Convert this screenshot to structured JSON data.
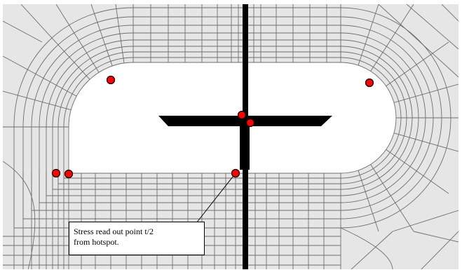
{
  "figure": {
    "description_label": "FE mesh around cut-out with hotspot stress read-out points",
    "colors": {
      "background": "#ffffff",
      "mesh_fill": "#e6e6e6",
      "mesh_line": "#6e6e6e",
      "member": "#000000",
      "marker_fill": "#ff0000",
      "marker_stroke": "#000000"
    }
  },
  "callout": {
    "line1": "Stress read out point t/2",
    "line2": "from hotspot."
  }
}
